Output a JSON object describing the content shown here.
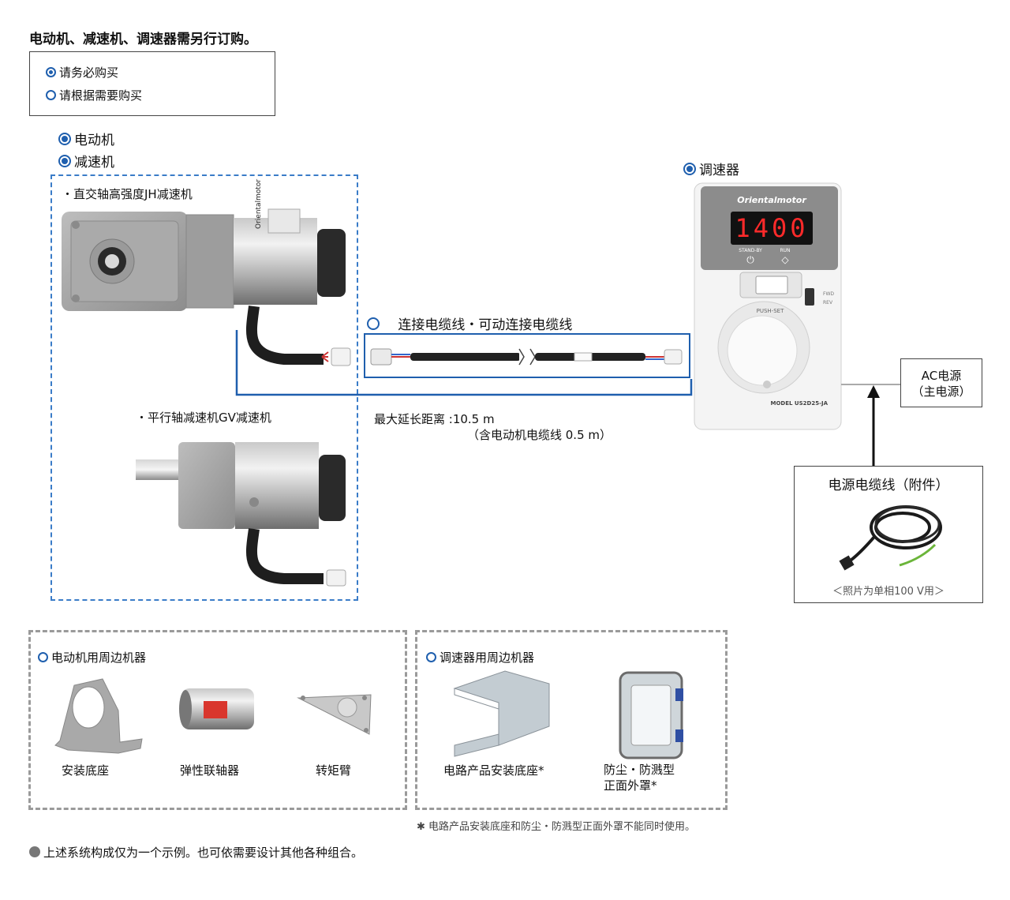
{
  "header": {
    "note": "电动机、减速机、调速器需另行订购。"
  },
  "legend": {
    "required": "请务必购买",
    "optional": "请根据需要购买"
  },
  "motor_section": {
    "motor_label": "电动机",
    "gear_label": "减速机",
    "jh_label": "・直交轴高强度JH减速机",
    "gv_label": "・平行轴减速机GV减速机",
    "motor_brand": "Orientalmotor"
  },
  "cable": {
    "label": "连接电缆线・可动连接电缆线",
    "max_distance": "最大延长距离 :10.5 m",
    "note": "（含电动机电缆线 0.5 m）"
  },
  "controller": {
    "label": "调速器",
    "brand": "Orientalmotor",
    "display": "1400",
    "standby": "STAND-BY",
    "run": "RUN",
    "fwd": "FWD",
    "rev": "REV",
    "push_set": "PUSH-SET",
    "model": "MODEL US2D25-JA"
  },
  "power": {
    "line1": "AC电源",
    "line2": "（主电源）"
  },
  "power_cable": {
    "title": "电源电缆线（附件）",
    "caption": "＜照片为单相100 V用＞"
  },
  "motor_peripherals": {
    "title": "电动机用周边机器",
    "items": [
      "安装底座",
      "弹性联轴器",
      "转矩臂"
    ]
  },
  "controller_peripherals": {
    "title": "调速器用周边机器",
    "items": [
      "电路产品安装底座*",
      "防尘・防溅型",
      "正面外罩*"
    ]
  },
  "footnote": "✱ 电路产品安装底座和防尘・防溅型正面外罩不能同时使用。",
  "bottom_note": "上述系统构成仅为一个示例。也可依需要设计其他各种组合。",
  "colors": {
    "accent": "#1f5fae",
    "dashed_blue": "#3a7cc8",
    "display_red": "#ff2a2a"
  }
}
